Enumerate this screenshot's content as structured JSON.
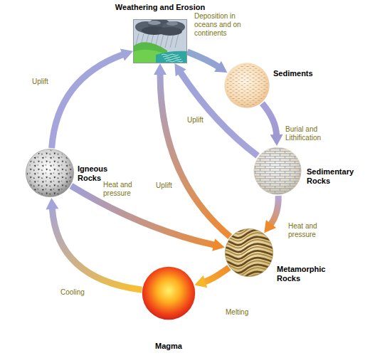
{
  "diagram": {
    "nodes": [
      {
        "text": [
          "Weathering and Erosion"
        ]
      },
      {
        "text": [
          "Sediments"
        ]
      },
      {
        "text": [
          "Sedimentary Rocks"
        ]
      },
      {
        "text": [
          "Igneous Rocks"
        ]
      },
      {
        "text": [
          "Metamorphic Rocks"
        ]
      },
      {
        "text": [
          "Magma"
        ]
      }
    ],
    "edges": [
      {
        "from": 0,
        "to": 1,
        "arrow": "to",
        "label": "Deposition in oceans and on continents"
      },
      {
        "from": 1,
        "to": 2,
        "arrow": "to",
        "label": "Burial and Lithification"
      },
      {
        "from": 2,
        "to": 0,
        "arrow": "to",
        "label": "Uplift"
      },
      {
        "from": 2,
        "to": 4,
        "arrow": "to",
        "label": "Heat and pressure"
      },
      {
        "from": 4,
        "to": 0,
        "arrow": "to",
        "label": "Uplift"
      },
      {
        "from": 4,
        "to": 5,
        "arrow": "to",
        "label": "Melting"
      },
      {
        "from": 5,
        "to": 3,
        "arrow": "to",
        "label": "Cooling"
      },
      {
        "from": 3,
        "to": 0,
        "arrow": "to",
        "label": "Uplift"
      },
      {
        "from": 3,
        "to": 4,
        "arrow": "to",
        "label": "Heat and pressure"
      }
    ]
  }
}
